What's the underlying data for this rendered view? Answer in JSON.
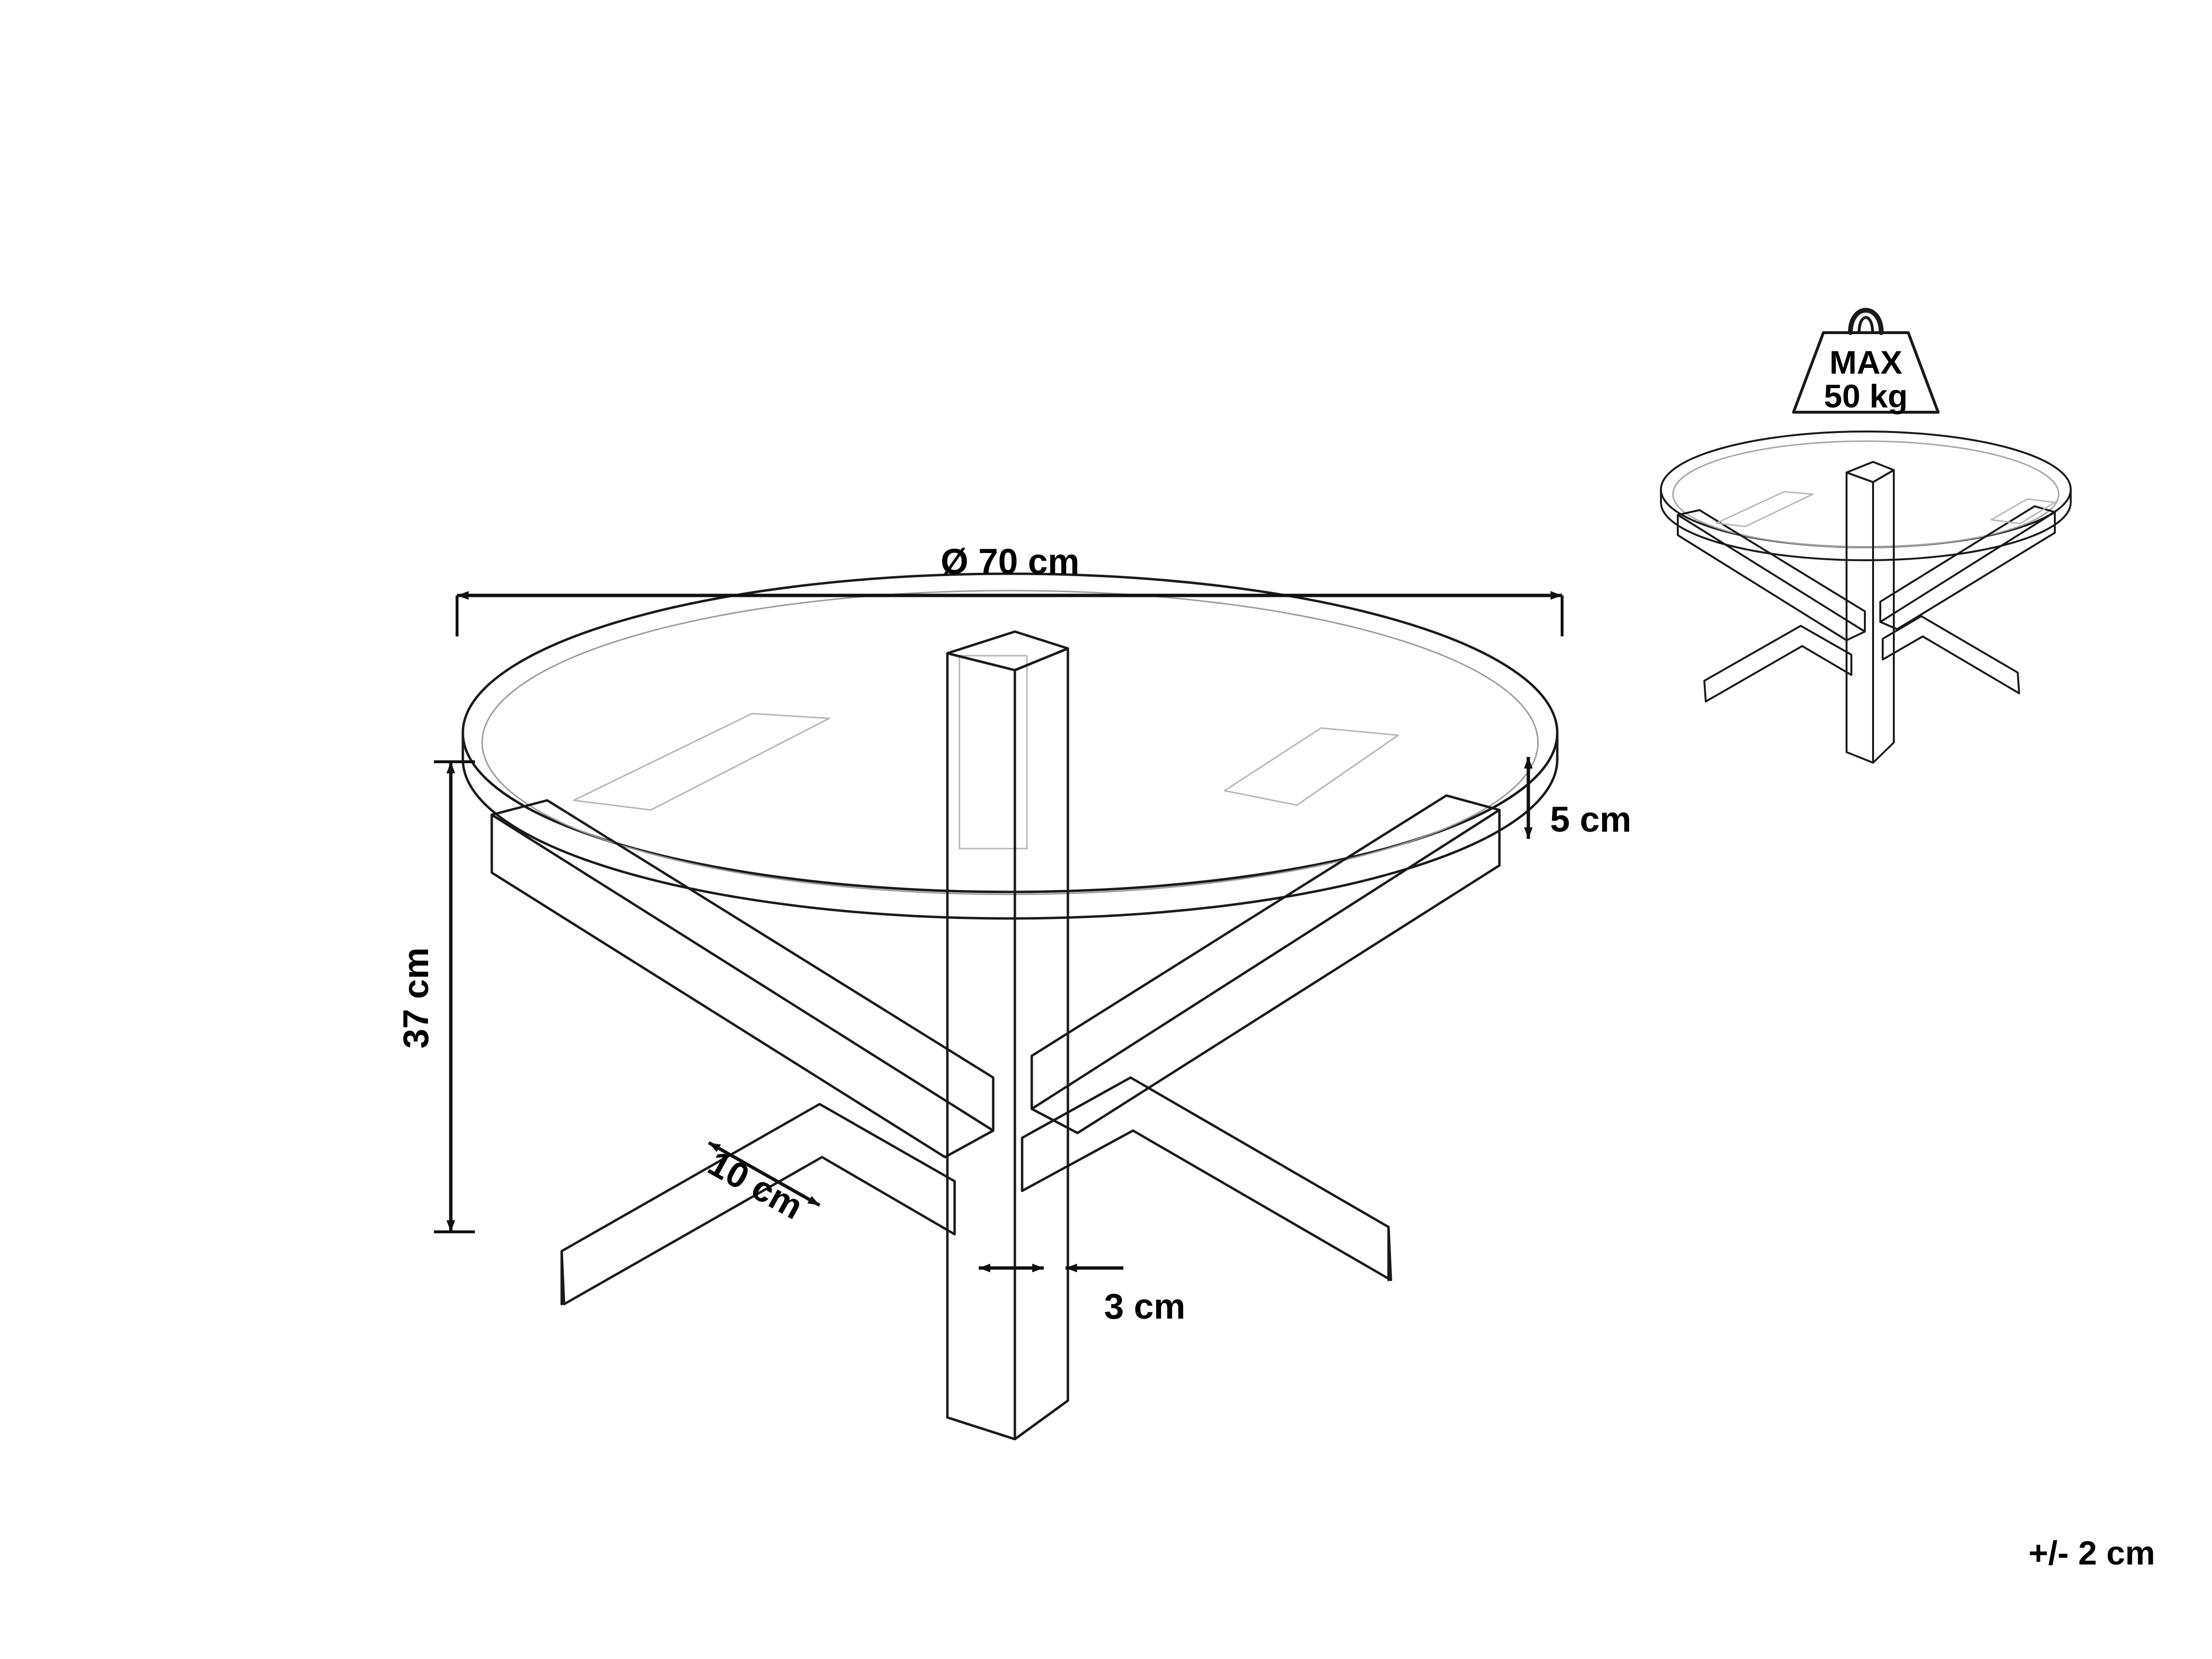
{
  "document": {
    "type": "product-dimension-drawing",
    "subject": "round glass coffee table with crossed wooden legs",
    "background_color": "#ffffff",
    "line_color": "#1a1a1a",
    "text_color": "#000000"
  },
  "dimensions": {
    "diameter": {
      "label": "Ø 70 cm",
      "value": 70,
      "unit": "cm",
      "orientation": "horizontal",
      "position": "top"
    },
    "height": {
      "label": "37 cm",
      "value": 37,
      "unit": "cm",
      "orientation": "vertical",
      "position": "left"
    },
    "top_thickness": {
      "label": "5 cm",
      "value": 5,
      "unit": "cm",
      "orientation": "vertical",
      "position": "right"
    },
    "leg_width": {
      "label": "10 cm",
      "value": 10,
      "unit": "cm",
      "orientation": "diagonal",
      "position": "lower-left"
    },
    "leg_thickness": {
      "label": "3 cm",
      "value": 3,
      "unit": "cm",
      "orientation": "horizontal",
      "position": "bottom-center"
    }
  },
  "load_capacity": {
    "line1": "MAX",
    "line2": "50 kg",
    "value": 50,
    "unit": "kg",
    "icon": "weight-block-icon"
  },
  "tolerance": {
    "label": "+/- 2 cm",
    "value": 2,
    "unit": "cm"
  }
}
